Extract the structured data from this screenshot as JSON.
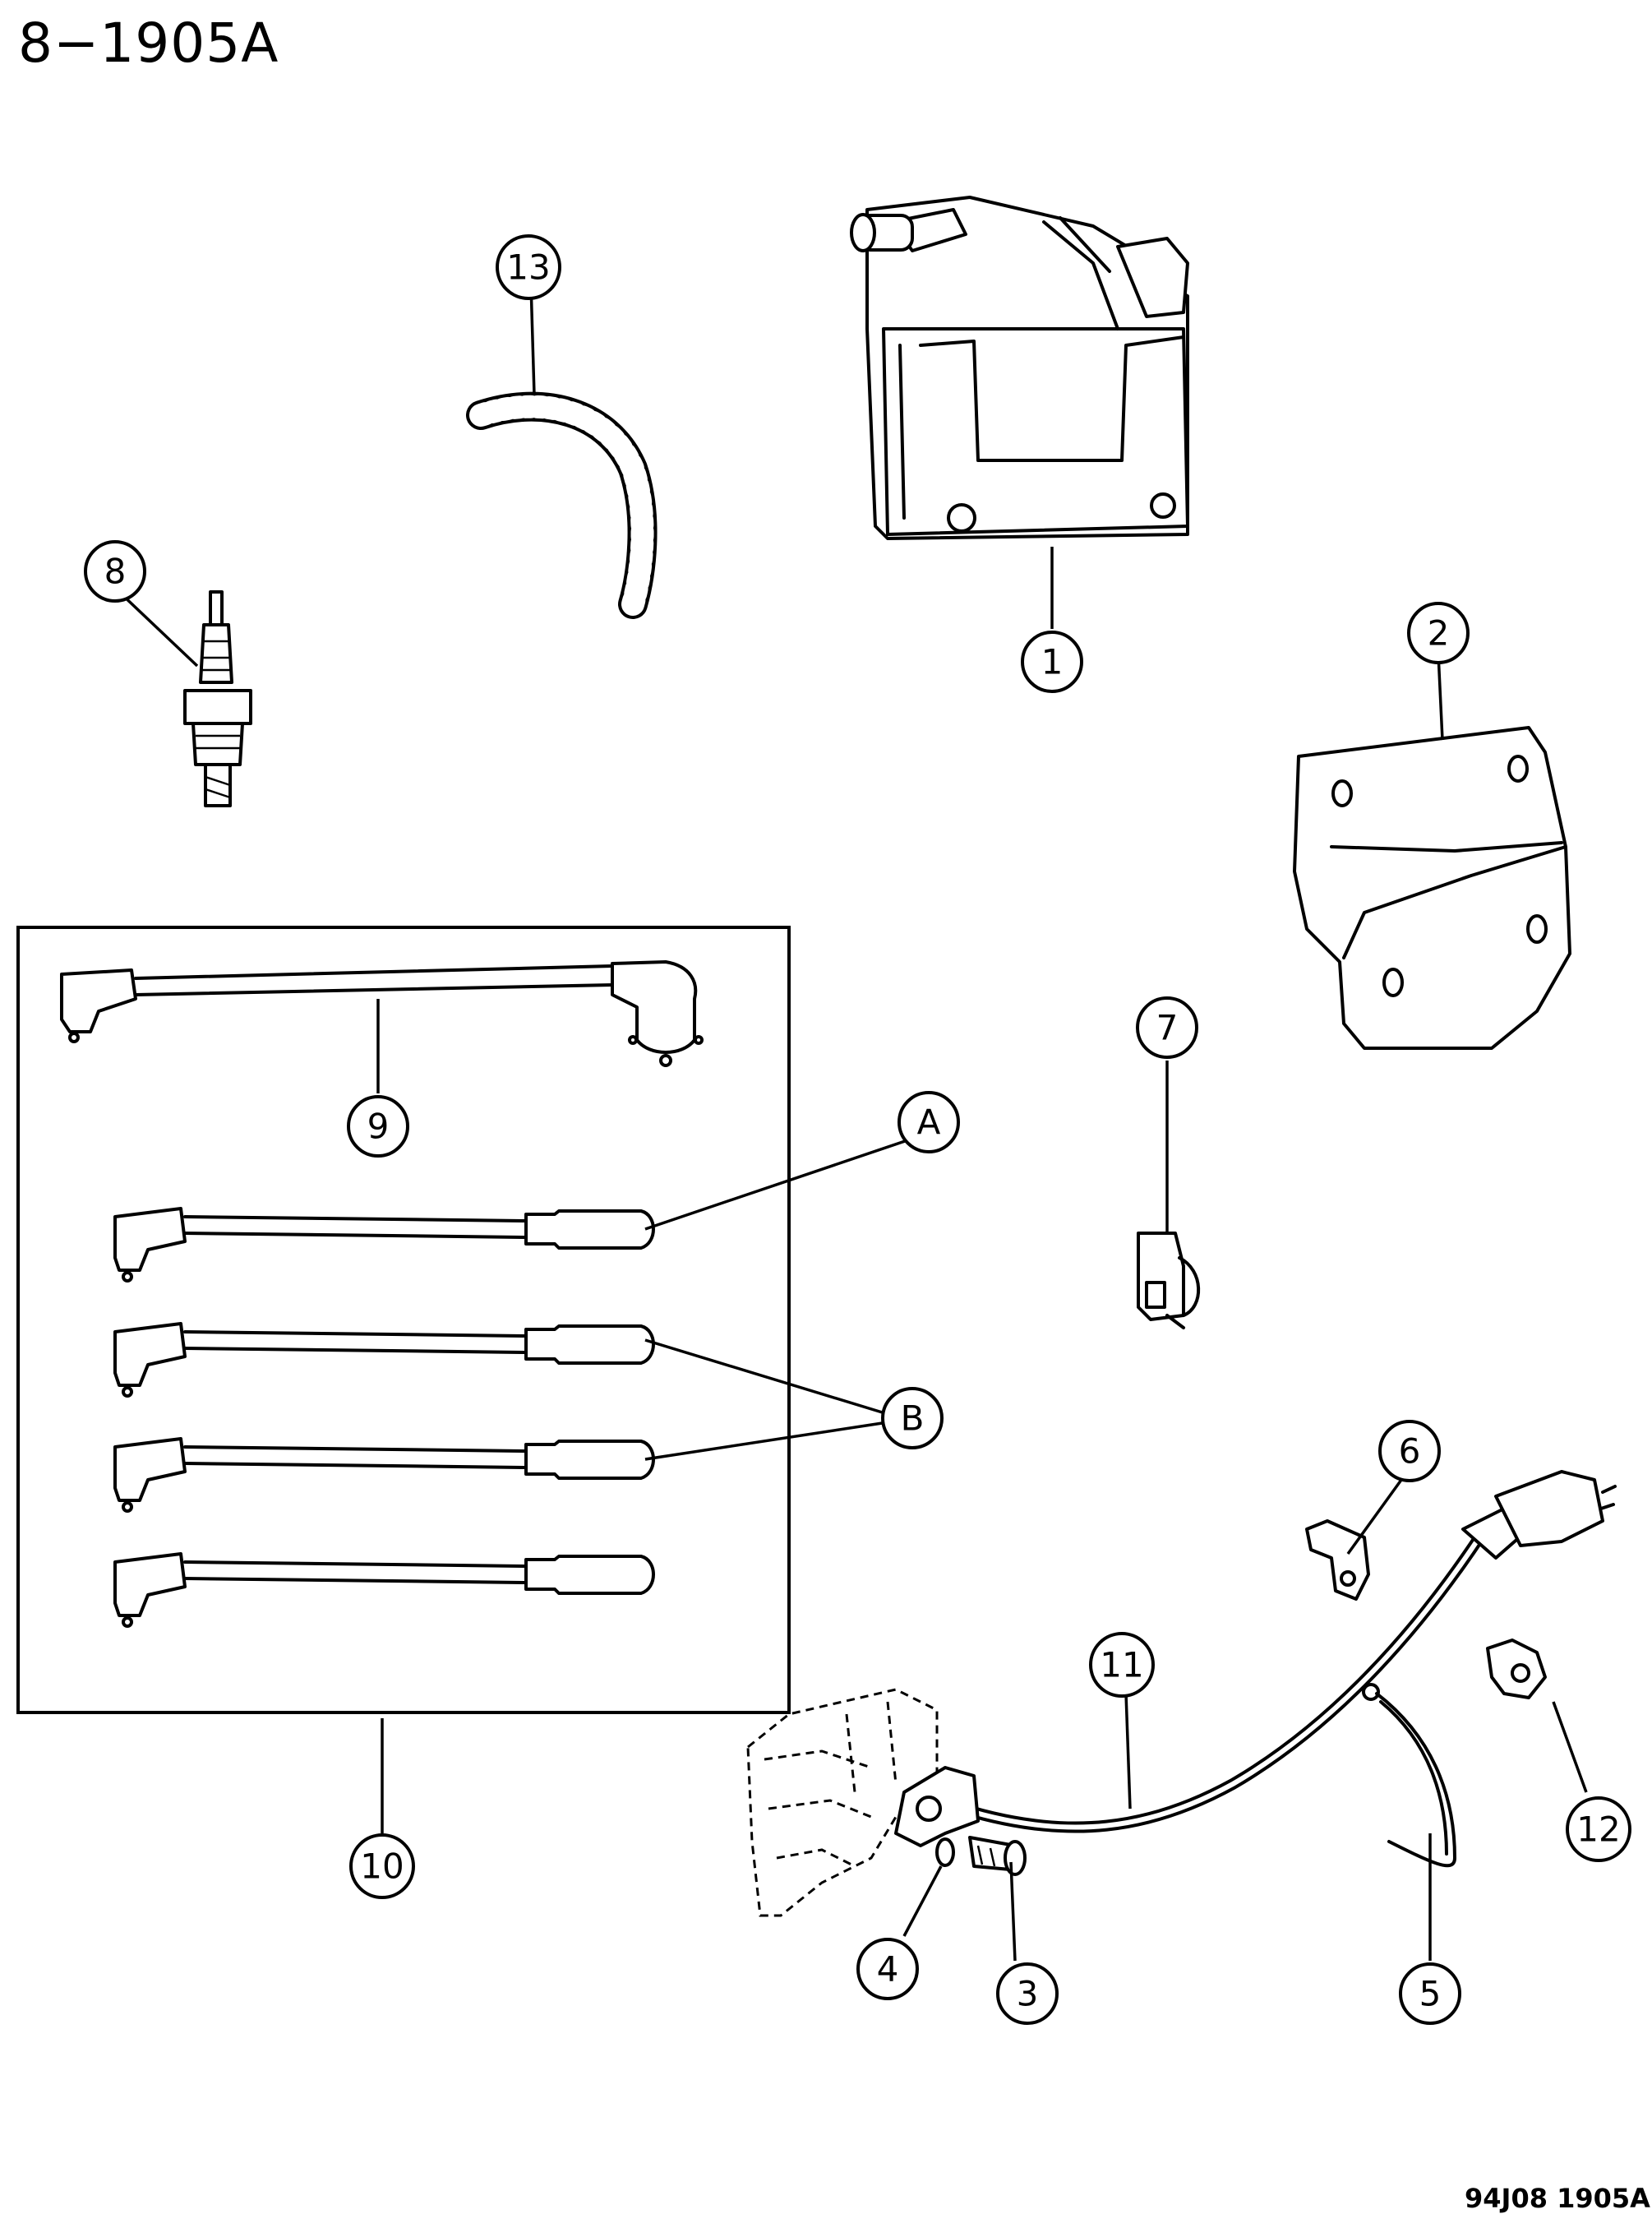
{
  "page_code": "8−1905A",
  "footer_code": "94J08  1905A",
  "callouts": {
    "c1": "1",
    "c2": "2",
    "c3": "3",
    "c4": "4",
    "c5": "5",
    "c6": "6",
    "c7": "7",
    "c8": "8",
    "c9": "9",
    "c10": "10",
    "c11": "11",
    "c12": "12",
    "c13": "13",
    "cA": "A",
    "cB": "B"
  }
}
